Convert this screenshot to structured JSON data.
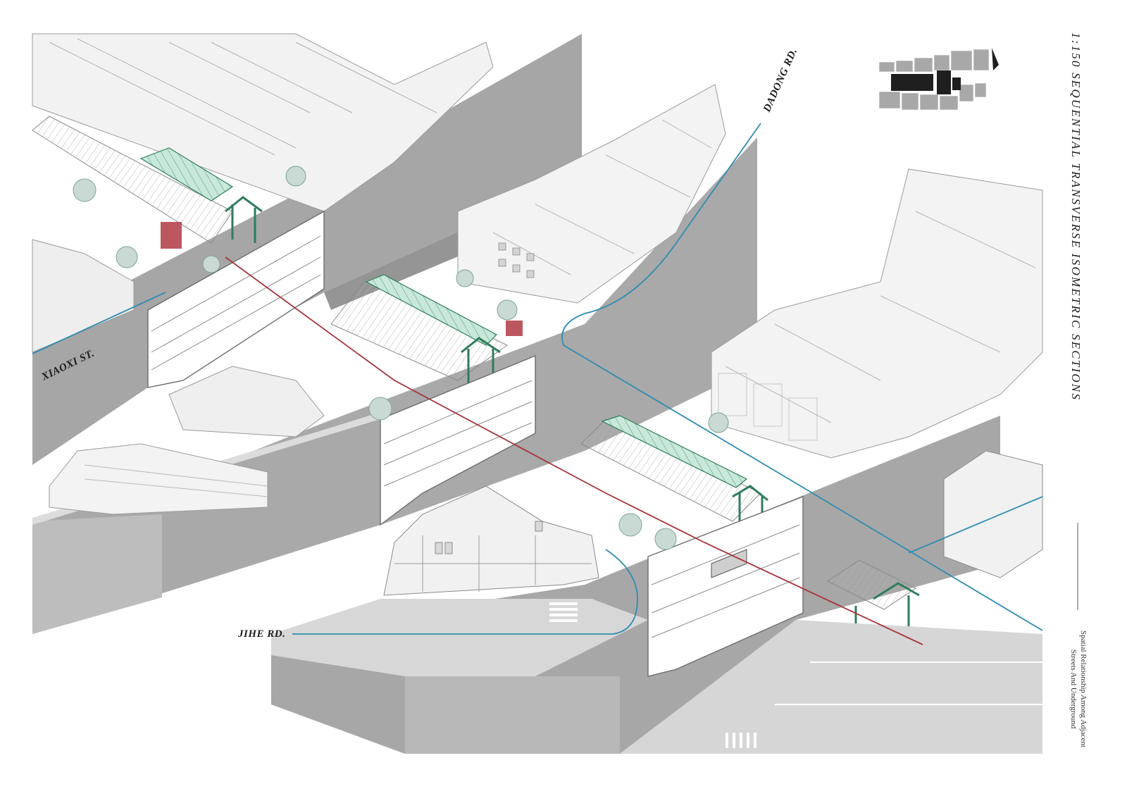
{
  "title": "1:150 SEQUENTIAL TRANSVERSE ISOMETRIC SECTIONS",
  "subtitle_lines": [
    "Spatial Relationship Among Adjacent",
    "Streets And Underground"
  ],
  "streets": {
    "xiaoxi": "XIAOXI ST.",
    "dadong": "DADONG RD.",
    "jihe": "JIHE RD."
  },
  "colors": {
    "ground": "#a9a9a9",
    "ground_dark": "#8f8f8f",
    "ground_top": "#d9d9d9",
    "building": "#f4f4f4",
    "building_line": "#9a9a9a",
    "roof_glass": "#bfe2d2",
    "steel_green": "#2e7d5b",
    "metro_red": "#a8323a",
    "street_blue": "#2f8db0",
    "key_plan_block": "#a8a8a8",
    "key_plan_highlight": "#1f1f1f"
  }
}
